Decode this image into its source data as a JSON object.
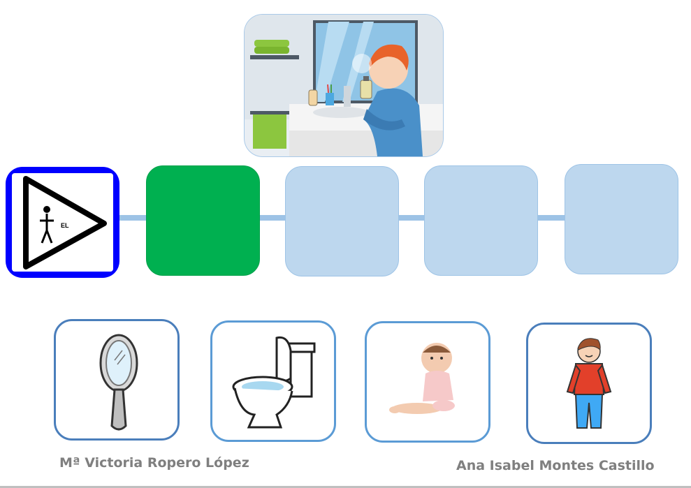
{
  "subject": {
    "pronoun_label": "EL"
  },
  "scene": {
    "icon": "boy-smelling-perfume-in-bathroom"
  },
  "sequence": {
    "slots": [
      {
        "id": "subject",
        "color": "#0000ff"
      },
      {
        "id": "verb",
        "color": "#00b050"
      },
      {
        "id": "slot-3",
        "color": "#bdd7ee"
      },
      {
        "id": "slot-4",
        "color": "#bdd7ee"
      },
      {
        "id": "slot-5",
        "color": "#bdd7ee"
      }
    ]
  },
  "options": [
    {
      "icon": "hand-mirror"
    },
    {
      "icon": "toilet"
    },
    {
      "icon": "baby"
    },
    {
      "icon": "boy"
    }
  ],
  "credits": {
    "left": "Mª Victoria Ropero López",
    "right": "Ana Isabel Montes Castillo"
  }
}
